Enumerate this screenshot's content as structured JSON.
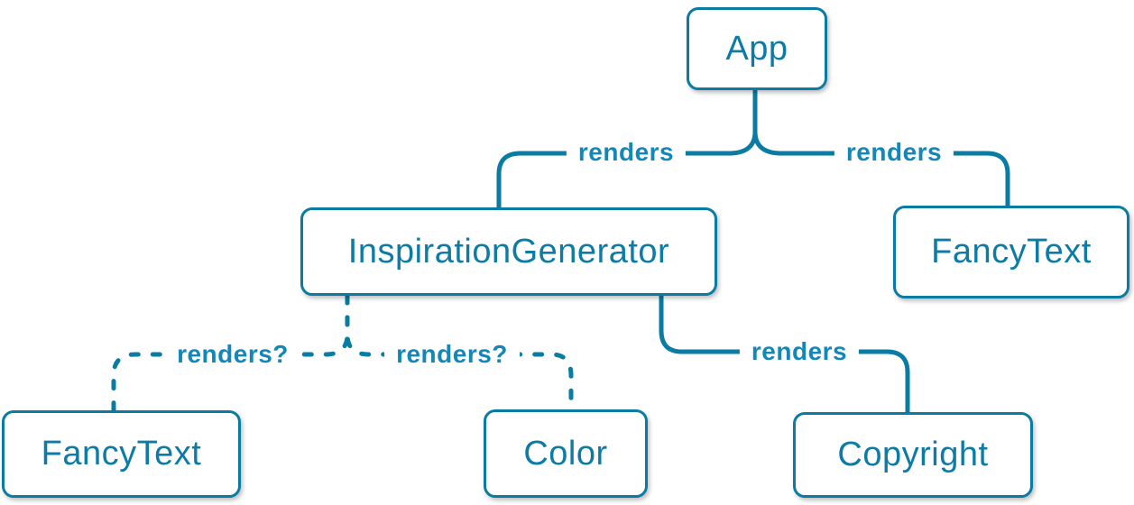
{
  "diagram": {
    "title": "react-render-tree",
    "colors": {
      "edge_stroke": "#0a7ba3",
      "node_border": "#0a7ba3",
      "node_text": "#0c7ba5",
      "edge_label_text": "#1287b8",
      "background": "#ffffff"
    },
    "nodes": [
      {
        "id": "app",
        "label": "App"
      },
      {
        "id": "inspiration-generator",
        "label": "InspirationGenerator"
      },
      {
        "id": "fancy-text-right",
        "label": "FancyText"
      },
      {
        "id": "fancy-text-left",
        "label": "FancyText"
      },
      {
        "id": "color",
        "label": "Color"
      },
      {
        "id": "copyright",
        "label": "Copyright"
      }
    ],
    "edges": [
      {
        "from": "App",
        "to": "InspirationGenerator",
        "label": "renders",
        "style": "solid"
      },
      {
        "from": "App",
        "to": "FancyText",
        "label": "renders",
        "style": "solid"
      },
      {
        "from": "InspirationGenerator",
        "to": "FancyText",
        "label": "renders?",
        "style": "dashed"
      },
      {
        "from": "InspirationGenerator",
        "to": "Color",
        "label": "renders?",
        "style": "dashed"
      },
      {
        "from": "InspirationGenerator",
        "to": "Copyright",
        "label": "renders",
        "style": "solid"
      }
    ]
  }
}
